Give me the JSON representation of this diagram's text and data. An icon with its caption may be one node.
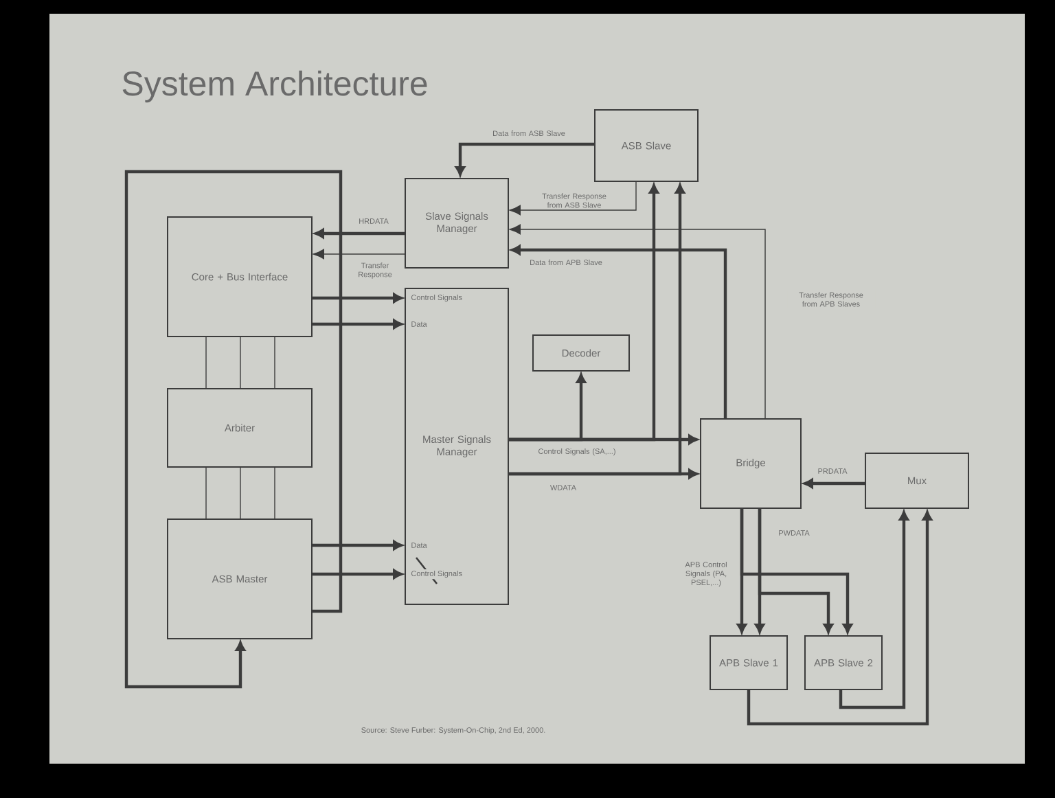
{
  "diagram": {
    "title": "System Architecture",
    "caption": "Source: Steve Furber: System-On-Chip, 2nd Ed, 2000.",
    "nodes": [
      {
        "text": [
          "ASB Slave"
        ]
      },
      {
        "text": [
          "Slave Signals Manager"
        ]
      },
      {
        "text": [
          "Core + Bus Interface"
        ]
      },
      {
        "text": [
          "Master Signals Manager"
        ]
      },
      {
        "text": [
          "Decoder"
        ]
      },
      {
        "text": [
          "Arbiter"
        ]
      },
      {
        "text": [
          "Bridge"
        ]
      },
      {
        "text": [
          "Mux"
        ]
      },
      {
        "text": [
          "ASB Master"
        ]
      },
      {
        "text": [
          "APB Slave 1"
        ]
      },
      {
        "text": [
          "APB Slave 2"
        ]
      }
    ],
    "edges": [
      {
        "from": 0,
        "to": 1,
        "arrow": "to",
        "label": "Data from ASB Slave"
      },
      {
        "from": 0,
        "to": 1,
        "arrow": "to",
        "label": "Transfer Response from ASB Slave"
      },
      {
        "from": 6,
        "to": 1,
        "arrow": "to",
        "label": "Transfer Response from APB Slaves"
      },
      {
        "from": 6,
        "to": 1,
        "arrow": "to",
        "label": "Data from APB Slave"
      },
      {
        "from": 1,
        "to": 2,
        "arrow": "to",
        "label": "HRDATA"
      },
      {
        "from": 1,
        "to": 2,
        "arrow": "to",
        "label": "Transfer Response"
      },
      {
        "from": 2,
        "to": 3,
        "arrow": "to",
        "label": "Control Signals"
      },
      {
        "from": 2,
        "to": 3,
        "arrow": "to",
        "label": "Data"
      },
      {
        "from": 2,
        "to": 5,
        "arrow": "none"
      },
      {
        "from": 2,
        "to": 5,
        "arrow": "none"
      },
      {
        "from": 2,
        "to": 5,
        "arrow": "none"
      },
      {
        "from": 5,
        "to": 8,
        "arrow": "none"
      },
      {
        "from": 5,
        "to": 8,
        "arrow": "none"
      },
      {
        "from": 5,
        "to": 8,
        "arrow": "none"
      },
      {
        "from": 8,
        "to": 3,
        "arrow": "to",
        "label": "Data"
      },
      {
        "from": 8,
        "to": 3,
        "arrow": "to",
        "label": "Control Signals"
      },
      {
        "from": 8,
        "to": 8,
        "arrow": "to"
      },
      {
        "from": 3,
        "to": 6,
        "arrow": "to",
        "label": "Control Signals (SA,...)"
      },
      {
        "from": 3,
        "to": 4,
        "arrow": "to"
      },
      {
        "from": 3,
        "to": 6,
        "arrow": "to",
        "label": "WDATA"
      },
      {
        "from": 3,
        "to": 0,
        "arrow": "to"
      },
      {
        "from": 3,
        "to": 0,
        "arrow": "to"
      },
      {
        "from": 7,
        "to": 6,
        "arrow": "to",
        "label": "PRDATA"
      },
      {
        "from": 6,
        "to": 9,
        "arrow": "to",
        "label": "APB Control Signals (PA, PSEL,...)"
      },
      {
        "from": 6,
        "to": 9,
        "arrow": "to",
        "label": "PWDATA"
      },
      {
        "from": 6,
        "to": 10,
        "arrow": "to"
      },
      {
        "from": 6,
        "to": 10,
        "arrow": "to"
      },
      {
        "from": 9,
        "to": 7,
        "arrow": "to"
      },
      {
        "from": 10,
        "to": 7,
        "arrow": "to"
      }
    ]
  }
}
